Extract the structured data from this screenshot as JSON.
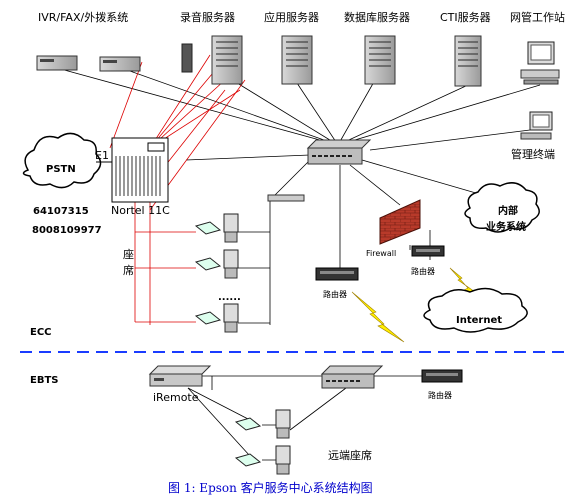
{
  "servers": {
    "ivr": "IVR/FAX/外拨系统",
    "recording": "录音服务器",
    "application": "应用服务器",
    "database": "数据库服务器",
    "cti": "CTI服务器",
    "nm_workstation": "网管工作站"
  },
  "pstn": {
    "label": "PSTN",
    "number1": "64107315",
    "number2": "8008109977"
  },
  "pbx": {
    "label": "Nortel 11C",
    "link": "E1"
  },
  "management_terminal": "管理终端",
  "internal_system": {
    "line1": "内部",
    "line2": "业务系统"
  },
  "firewall": "Firewall",
  "router_top": "路由器",
  "router_mid": "路由器",
  "router_remote": "路由器",
  "internet": "Internet",
  "agents": {
    "line1": "座",
    "line2": "席",
    "dots": "......"
  },
  "zones": {
    "ecc": "ECC",
    "ebts": "EBTS"
  },
  "iremote": "iRemote",
  "remote_agents": "远端座席",
  "caption": "图 1:   Epson 客户服务中心系统结构图"
}
